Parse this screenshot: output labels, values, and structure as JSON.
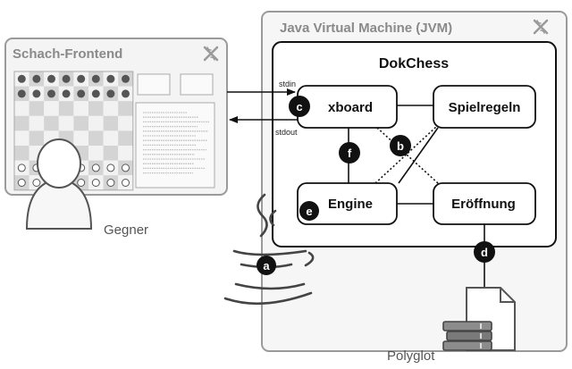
{
  "frontend": {
    "title": "Schach-Frontend"
  },
  "jvm": {
    "title": "Java Virtual Machine (JVM)"
  },
  "dokchess": {
    "title": "DokChess",
    "modules": {
      "xboard": "xboard",
      "spielregeln": "Spielregeln",
      "engine": "Engine",
      "eroeffnung": "Eröffnung"
    }
  },
  "io": {
    "stdin": "stdin",
    "stdout": "stdout"
  },
  "markers": {
    "a": "a",
    "b": "b",
    "c": "c",
    "d": "d",
    "e": "e",
    "f": "f"
  },
  "labels": {
    "gegner": "Gegner",
    "polyglot": "Polyglot"
  },
  "icons": {
    "close": "close-x-icon",
    "person": "person-icon",
    "java": "java-logo-icon",
    "books": "books-icon",
    "document": "document-icon"
  }
}
